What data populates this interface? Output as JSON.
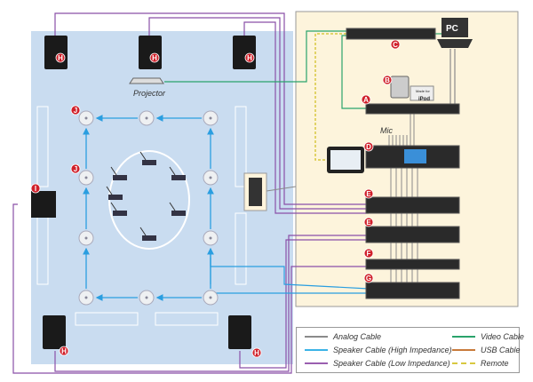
{
  "labels": {
    "projector": "Projector",
    "mic": "Mic",
    "pc": "PC",
    "ipod": "iPod",
    "made_for": "Made for"
  },
  "badges": {
    "A": "A",
    "B": "B",
    "C": "C",
    "D": "D",
    "E": "E",
    "F": "F",
    "G": "G",
    "H": "H",
    "I": "I",
    "J": "J"
  },
  "legend": [
    {
      "label": "Analog Cable",
      "color": "#8a8a8a",
      "style": "solid"
    },
    {
      "label": "Speaker Cable (High Impedance)",
      "color": "#3bb3e6",
      "style": "solid"
    },
    {
      "label": "Speaker Cable (Low Impedance)",
      "color": "#9a5fb0",
      "style": "solid"
    },
    {
      "label": "Video Cable",
      "color": "#2aa36b",
      "style": "solid"
    },
    {
      "label": "USB Cable",
      "color": "#c87a3a",
      "style": "solid"
    },
    {
      "label": "Remote",
      "color": "#d8c840",
      "style": "dashed"
    }
  ],
  "colors": {
    "room": "#c9dcf0",
    "rack_area": "#fdf4dc",
    "badge": "#d0202a",
    "high_imp": "#2a9ee0",
    "low_imp": "#8a4fa8"
  }
}
